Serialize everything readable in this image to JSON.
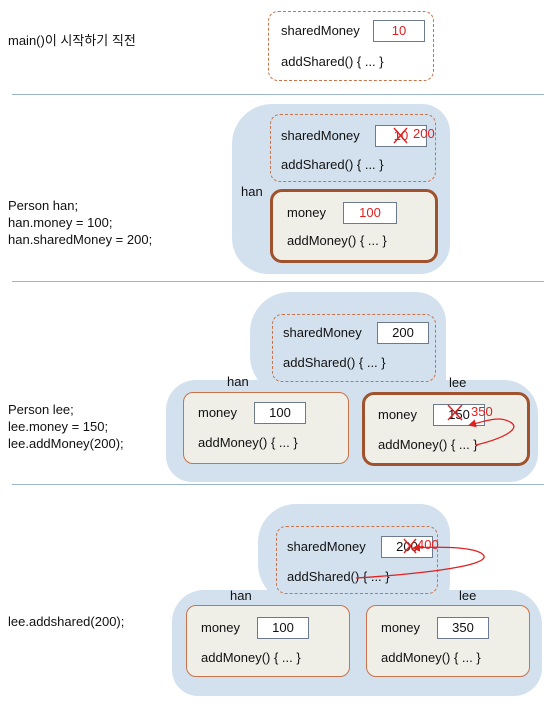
{
  "sections": {
    "s1": {
      "caption": "main()이 시작하기 직전",
      "shared_label": "sharedMoney",
      "shared_value": "10",
      "shared_method": "addShared() { ... }"
    },
    "s2": {
      "caption": "Person han;\nhan.money = 100;\nhan.sharedMoney = 200;",
      "shared_label": "sharedMoney",
      "shared_old": "10",
      "shared_new": "200",
      "shared_method": "addShared() { ... }",
      "obj_name": "han",
      "money_label": "money",
      "money_value": "100",
      "money_method": "addMoney() { ... }"
    },
    "s3": {
      "caption": "Person lee;\nlee.money = 150;\nlee.addMoney(200);",
      "shared_label": "sharedMoney",
      "shared_value": "200",
      "shared_method": "addShared() { ... }",
      "han_name": "han",
      "han_money_label": "money",
      "han_money_value": "100",
      "han_method": "addMoney() { ... }",
      "lee_name": "lee",
      "lee_money_label": "money",
      "lee_money_old": "150",
      "lee_money_new": "350",
      "lee_method": "addMoney() { ... }"
    },
    "s4": {
      "caption": "lee.addshared(200);",
      "shared_label": "sharedMoney",
      "shared_old": "200",
      "shared_new": "400",
      "shared_method": "addShared() { ... }",
      "han_name": "han",
      "han_money_label": "money",
      "han_money_value": "100",
      "han_method": "addMoney() { ... }",
      "lee_name": "lee",
      "lee_money_label": "money",
      "lee_money_value": "350",
      "lee_method": "addMoney() { ... }"
    }
  },
  "colors": {
    "dashed_border": "#c8734a",
    "object_border": "#a0522d",
    "blob_fill": "#d3e1ef",
    "separator": "#9db6cf",
    "highlight_red": "#e02020"
  }
}
